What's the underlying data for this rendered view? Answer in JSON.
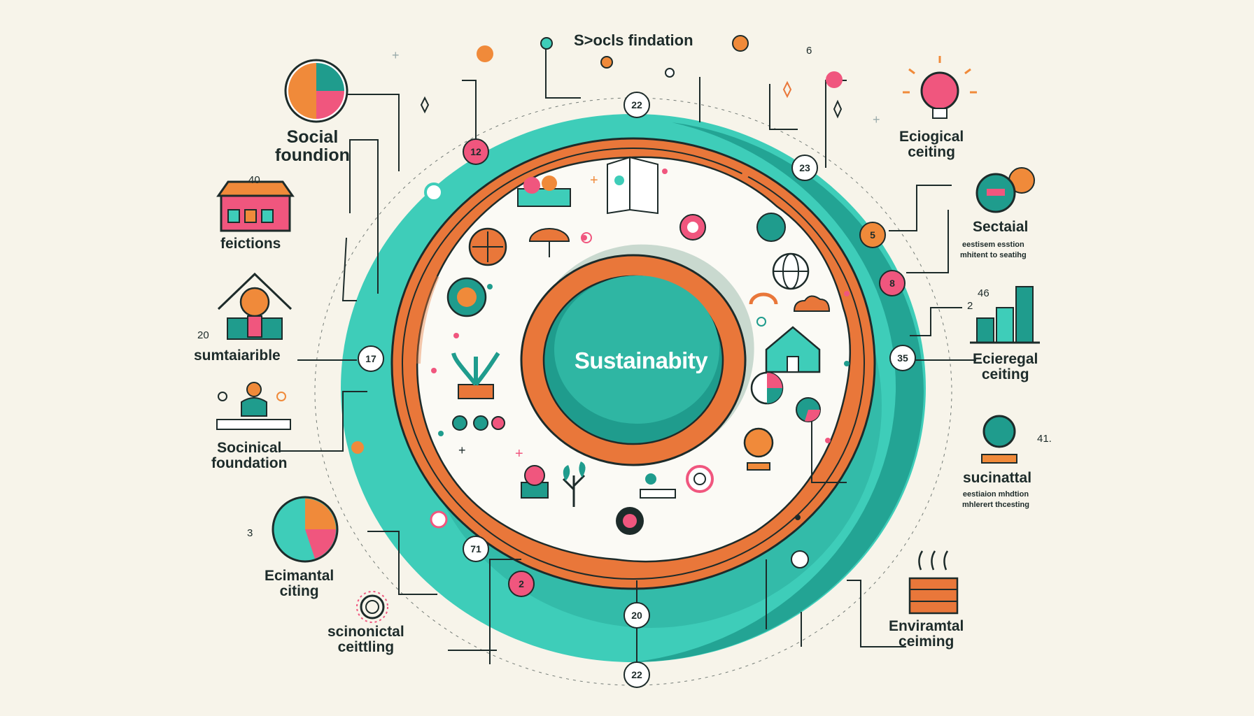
{
  "colors": {
    "background": "#f7f4ea",
    "teal": "#3ecdb9",
    "dark_teal": "#1f9c8d",
    "orange": "#e9773a",
    "pink": "#f0567e",
    "ink": "#1d2b2a",
    "cream": "#fbfaf5"
  },
  "center": {
    "label": "Sustainabity"
  },
  "top_title": "S>ocls findation",
  "left_labels": {
    "social_foundion": "Social\nfoundion",
    "feictions": "feictions",
    "sumtaiarible": "sumtaiarible",
    "socinical_foundation": "Socinical\nfoundation",
    "ecimantal_citing": "Ecimantal\nciting",
    "scinonictal_ceittling": "scinonictal\nceittling"
  },
  "right_labels": {
    "eciogical_ceiting": "Eciogical\nceiting",
    "sectaial": "Sectaial",
    "sectaial_sub": "eestisem esstion\nmhitent to seatihg",
    "ecieregal_ceiting": "Ecieregal\nceiting",
    "sucinattal": "sucinattal",
    "sucinattal_sub": "eestiaion mhdtion\nmhlerert thcesting",
    "enviramtal_ceiming": "Enviramtal\nceiming"
  },
  "numbers": {
    "n40": "40",
    "n20": "20",
    "n3": "3",
    "n6": "6",
    "n46": "46",
    "n2": "2",
    "n41": "41."
  },
  "badges": {
    "b22_top": "22",
    "b12": "12",
    "b23": "23",
    "b5": "5",
    "b8": "8",
    "b17": "17",
    "b35": "35",
    "b71": "71",
    "b2": "2",
    "b20": "20",
    "b22_bottom": "22"
  },
  "icons": [
    "pie-chart-icon",
    "market-stall-icon",
    "house-person-icon",
    "people-icon",
    "pie-chart-icon",
    "spiral-icon",
    "lightbulb-icon",
    "globe-sun-icon",
    "bar-chart-icon",
    "globe-stand-icon",
    "bricks-heat-icon",
    "book-icon",
    "umbrella-icon",
    "plant-icon",
    "globe-icon",
    "home-icon",
    "cloud-icon"
  ]
}
